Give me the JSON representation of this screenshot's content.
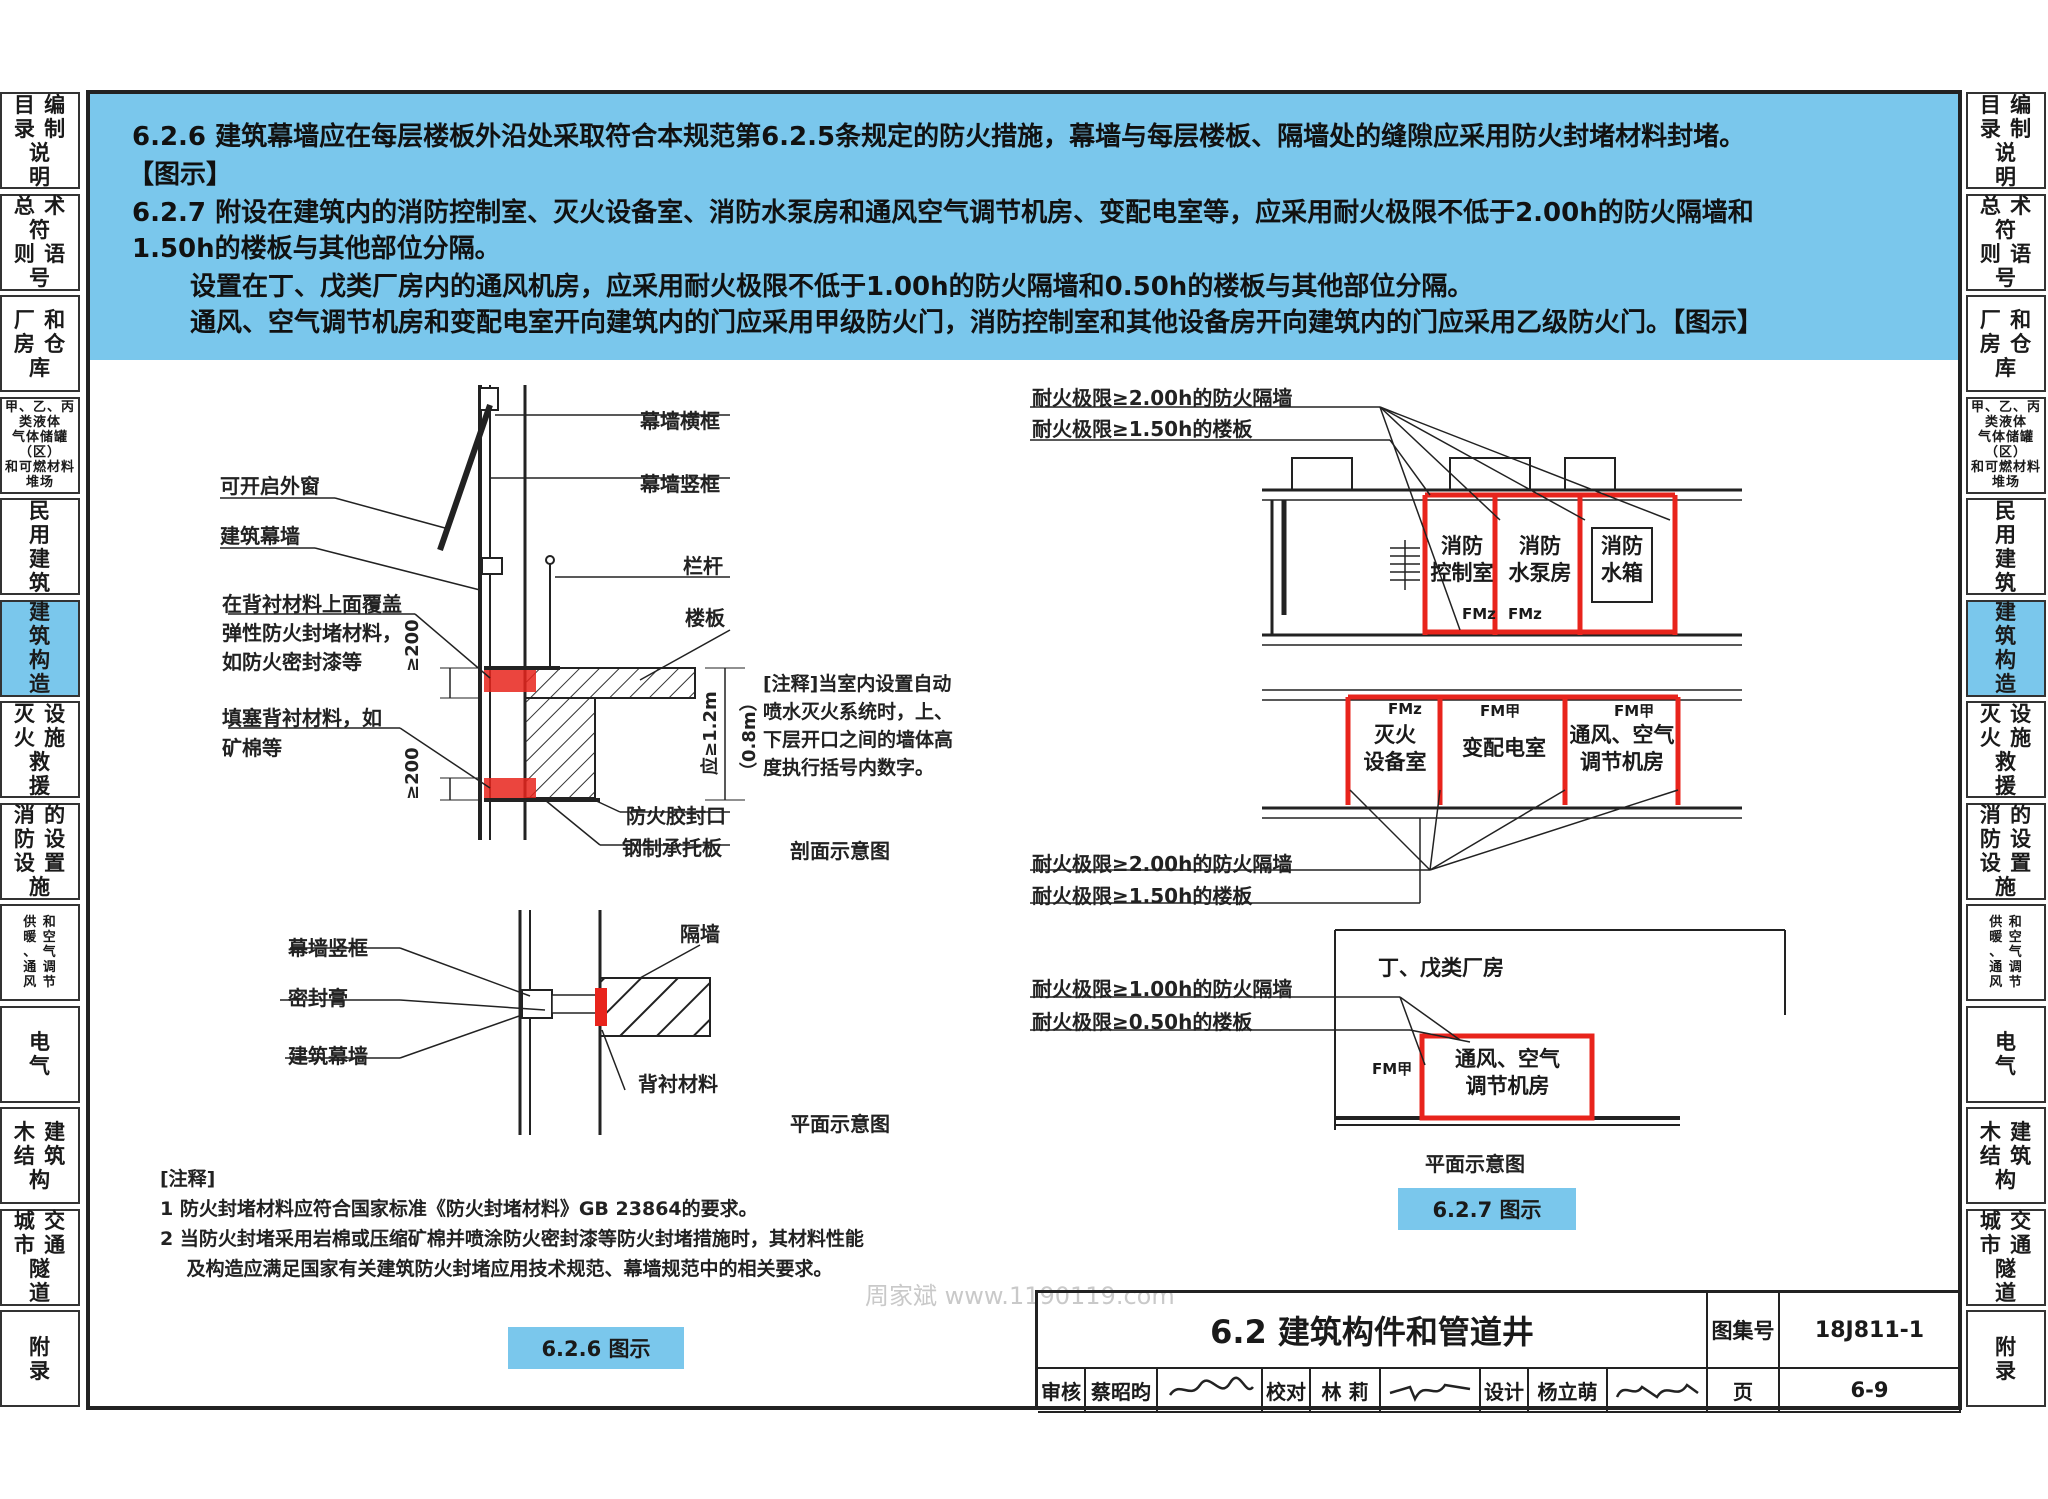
{
  "left_tabs": [
    {
      "label": "目 编\n录 制\n 说\n 明",
      "active": false
    },
    {
      "label": "总 术 符\n则 语 号",
      "active": false
    },
    {
      "label": "厂 和\n房 仓\n 库",
      "active": false
    },
    {
      "label": "甲、乙、丙类液体\n气体储罐（区）\n和可燃材料堆场",
      "active": false,
      "small": true
    },
    {
      "label": "民\n用\n建\n筑",
      "active": false
    },
    {
      "label": "建\n筑\n构\n造",
      "active": true
    },
    {
      "label": "灭 设\n火 施\n救\n援",
      "active": false
    },
    {
      "label": "消 的\n防 设\n设 置\n施",
      "active": false
    },
    {
      "label": "供 和\n暖 空\n、 气\n通 调\n风 节",
      "active": false,
      "small": true
    },
    {
      "label": "电\n气",
      "active": false
    },
    {
      "label": "木 建\n结 筑\n构",
      "active": false
    },
    {
      "label": "城 交\n市 通\n 隧\n 道",
      "active": false
    },
    {
      "label": "附\n录",
      "active": false
    }
  ],
  "header": {
    "line1": "6.2.6  建筑幕墙应在每层楼板外沿处采取符合本规范第6.2.5条规定的防火措施，幕墙与每层楼板、隔墙处的缝隙应采用防火封堵材料封堵。",
    "line2": "【图示】",
    "line3": "6.2.7  附设在建筑内的消防控制室、灭火设备室、消防水泵房和通风空气调节机房、变配电室等，应采用耐火极限不低于2.00h的防火隔墙和",
    "line4": "1.50h的楼板与其他部位分隔。",
    "line5": "设置在丁、戊类厂房内的通风机房，应采用耐火极限不低于1.00h的防火隔墙和0.50h的楼板与其他部位分隔。",
    "line6": "通风、空气调节机房和变配电室开向建筑内的门应采用甲级防火门，消防控制室和其他设备房开向建筑内的门应采用乙级防火门。【图示】"
  },
  "section_diagram": {
    "labels": {
      "mullion_h": "幕墙横框",
      "mullion_v": "幕墙竖框",
      "window": "可开启外窗",
      "curtain": "建筑幕墙",
      "railing": "栏杆",
      "slab": "楼板",
      "cover1": "在背衬材料上面覆盖",
      "cover2": "弹性防火封堵材料，",
      "cover3": "如防火密封漆等",
      "fill1": "填塞背衬材料，如",
      "fill2": "矿棉等",
      "dim_top": "≥200",
      "dim_bot": "≥200",
      "dim_height": "应≥1.2m",
      "dim_alt": "（0.8m）",
      "sealant": "防火胶封口",
      "bracket": "钢制承托板",
      "title": "剖面示意图"
    },
    "note": [
      "[注释]当室内设置自动",
      "喷水灭火系统时，上、",
      "下层开口之间的墙体高",
      "度执行括号内数字。"
    ]
  },
  "plan_diagram": {
    "labels": {
      "mullion_v": "幕墙竖框",
      "seal": "密封膏",
      "curtain": "建筑幕墙",
      "wall": "隔墙",
      "backing": "背衬材料",
      "title": "平面示意图"
    }
  },
  "notes": {
    "heading": "[注释]",
    "items": [
      "1  防火封堵材料应符合国家标准《防火封堵材料》GB 23864的要求。",
      "2  当防火封堵采用岩棉或压缩矿棉并喷涂防火密封漆等防火封堵措施时，其材料性能",
      "    及构造应满足国家有关建筑防火封堵应用技术规范、幕墙规范中的相关要求。"
    ]
  },
  "caption_626": "6.2.6 图示",
  "plan1": {
    "top_label1": "耐火极限≥2.00h的防火隔墙",
    "top_label2": "耐火极限≥1.50h的楼板",
    "bot_label1": "耐火极限≥2.00h的防火隔墙",
    "bot_label2": "耐火极限≥1.50h的楼板",
    "rooms": {
      "r1": "消防\n控制室",
      "r2": "消防\n水泵房",
      "r3": "消防\n水箱",
      "r4": "灭火\n设备室",
      "r5": "变配电室",
      "r6": "通风、空气\n调节机房"
    },
    "doors": {
      "d1": "FMz",
      "d2": "FMz",
      "d3": "FMz",
      "d4": "FM甲",
      "d5": "FM甲"
    }
  },
  "plan2": {
    "label1": "耐火极限≥1.00h的防火隔墙",
    "label2": "耐火极限≥0.50h的楼板",
    "factory": "丁、戊类厂房",
    "room": "通风、空气\n调节机房",
    "door": "FM甲",
    "title": "平面示意图"
  },
  "caption_627": "6.2.7 图示",
  "watermark": "周家斌  www.1190119.com",
  "title_block": {
    "title": "6.2  建筑构件和管道井",
    "atlas_label": "图集号",
    "atlas_no": "18J811-1",
    "review_label": "审核",
    "reviewer": "蔡昭昀",
    "check_label": "校对",
    "checker": "林 莉",
    "design_label": "设计",
    "designer": "杨立萌",
    "page_label": "页",
    "page_no": "6-9"
  },
  "colors": {
    "accent": "#7ac7ec",
    "fire_wall": "#e8241c"
  }
}
